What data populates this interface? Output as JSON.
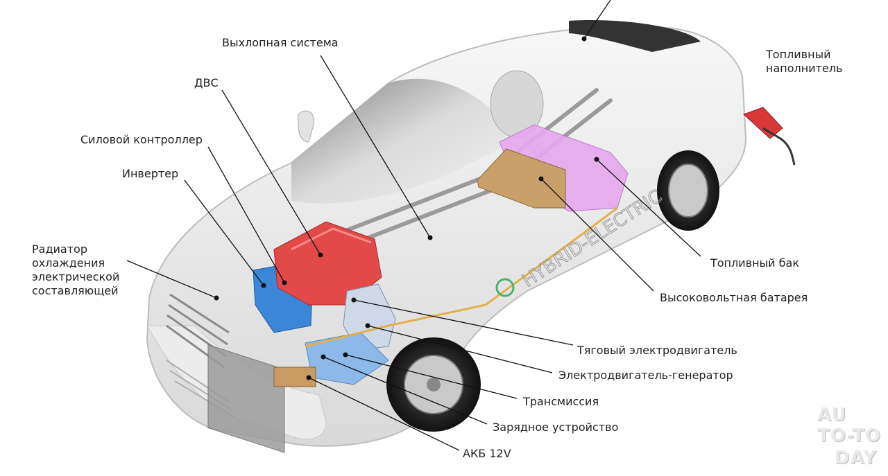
{
  "labels": {
    "exhaust": "Выхлопная система",
    "ice": "ДВС",
    "power_controller": "Силовой контроллер",
    "inverter": "Инвертер",
    "radiator": "Радиатор\nохлаждения\nэлектрической\nсоставляющей",
    "fuel_filler": "Топливный\nнаполнитель",
    "fuel_tank": "Топливный бак",
    "hv_battery": "Высоковольтная батарея",
    "traction_motor": "Тяговый электродвигатель",
    "motor_generator": "Электродвигатель-генератор",
    "transmission": "Трансмиссия",
    "charger": "Зарядное устройство",
    "battery_12v": "АКБ 12V"
  },
  "car_side_text": "HYBRID-ELECTRIC",
  "watermark": {
    "line1": "AU",
    "line2": "TO-TO",
    "line3": "DAY"
  }
}
